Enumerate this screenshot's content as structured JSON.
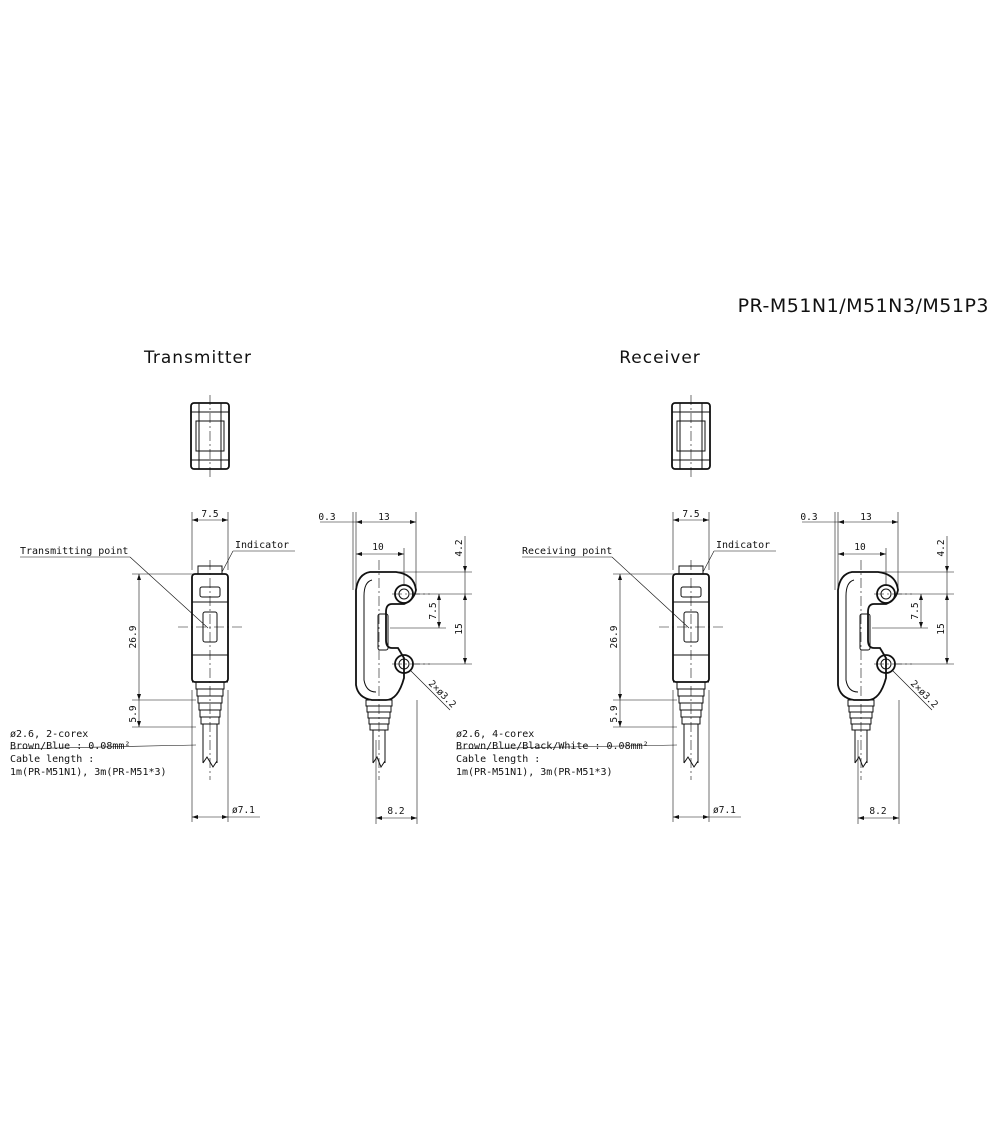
{
  "drawing": {
    "model_title": "PR-M51N1/M51N3/M51P3",
    "views": [
      {
        "section_title": "Transmitter",
        "point_label": "Transmitting point",
        "indicator_label": "Indicator",
        "cable_lines": [
          "ø2.6, 2-corex",
          "Brown/Blue : 0.08mm²",
          "Cable length :",
          "1m(PR-M51N1), 3m(PR-M51*3)"
        ]
      },
      {
        "section_title": "Receiver",
        "point_label": "Receiving point",
        "indicator_label": "Indicator",
        "cable_lines": [
          "ø2.6, 4-corex",
          "Brown/Blue/Black/White : 0.08mm²",
          "Cable length :",
          "1m(PR-M51N1), 3m(PR-M51*3)"
        ]
      }
    ],
    "dimensions": {
      "front_width": "7.5",
      "height": "26.9",
      "cable_offset": "5.9",
      "cable_diameter": "ø7.1",
      "side_offset": "0.3",
      "side_width": "13",
      "hole_spacing_h": "10",
      "top_offset": "4.2",
      "half_spacing": "7.5",
      "hole_spacing_v": "15",
      "holes": "2×ø3.2",
      "base_width": "8.2"
    }
  }
}
